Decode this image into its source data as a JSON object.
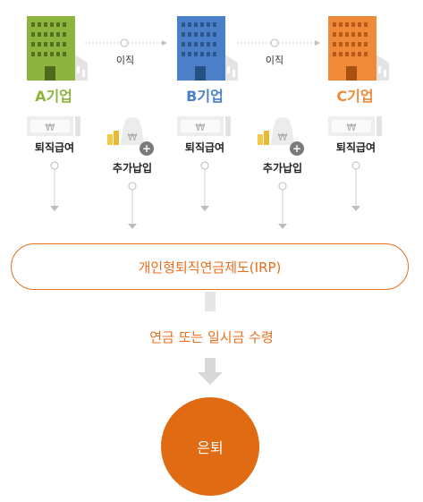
{
  "companies": [
    {
      "label": "A기업",
      "color": "#8db43e"
    },
    {
      "label": "B기업",
      "color": "#4b80c9"
    },
    {
      "label": "C기업",
      "color": "#ee8a3a"
    }
  ],
  "move_label": "이직",
  "severance_label": "퇴직급여",
  "extra_payment_label": "추가납입",
  "irp_label": "개인형퇴직연금제도(IRP)",
  "receive_label": "연금 또는 일시금 수령",
  "retire_label": "은퇴",
  "colors": {
    "accent": "#e86e1c",
    "gray_arrow": "#c8c8c8"
  }
}
